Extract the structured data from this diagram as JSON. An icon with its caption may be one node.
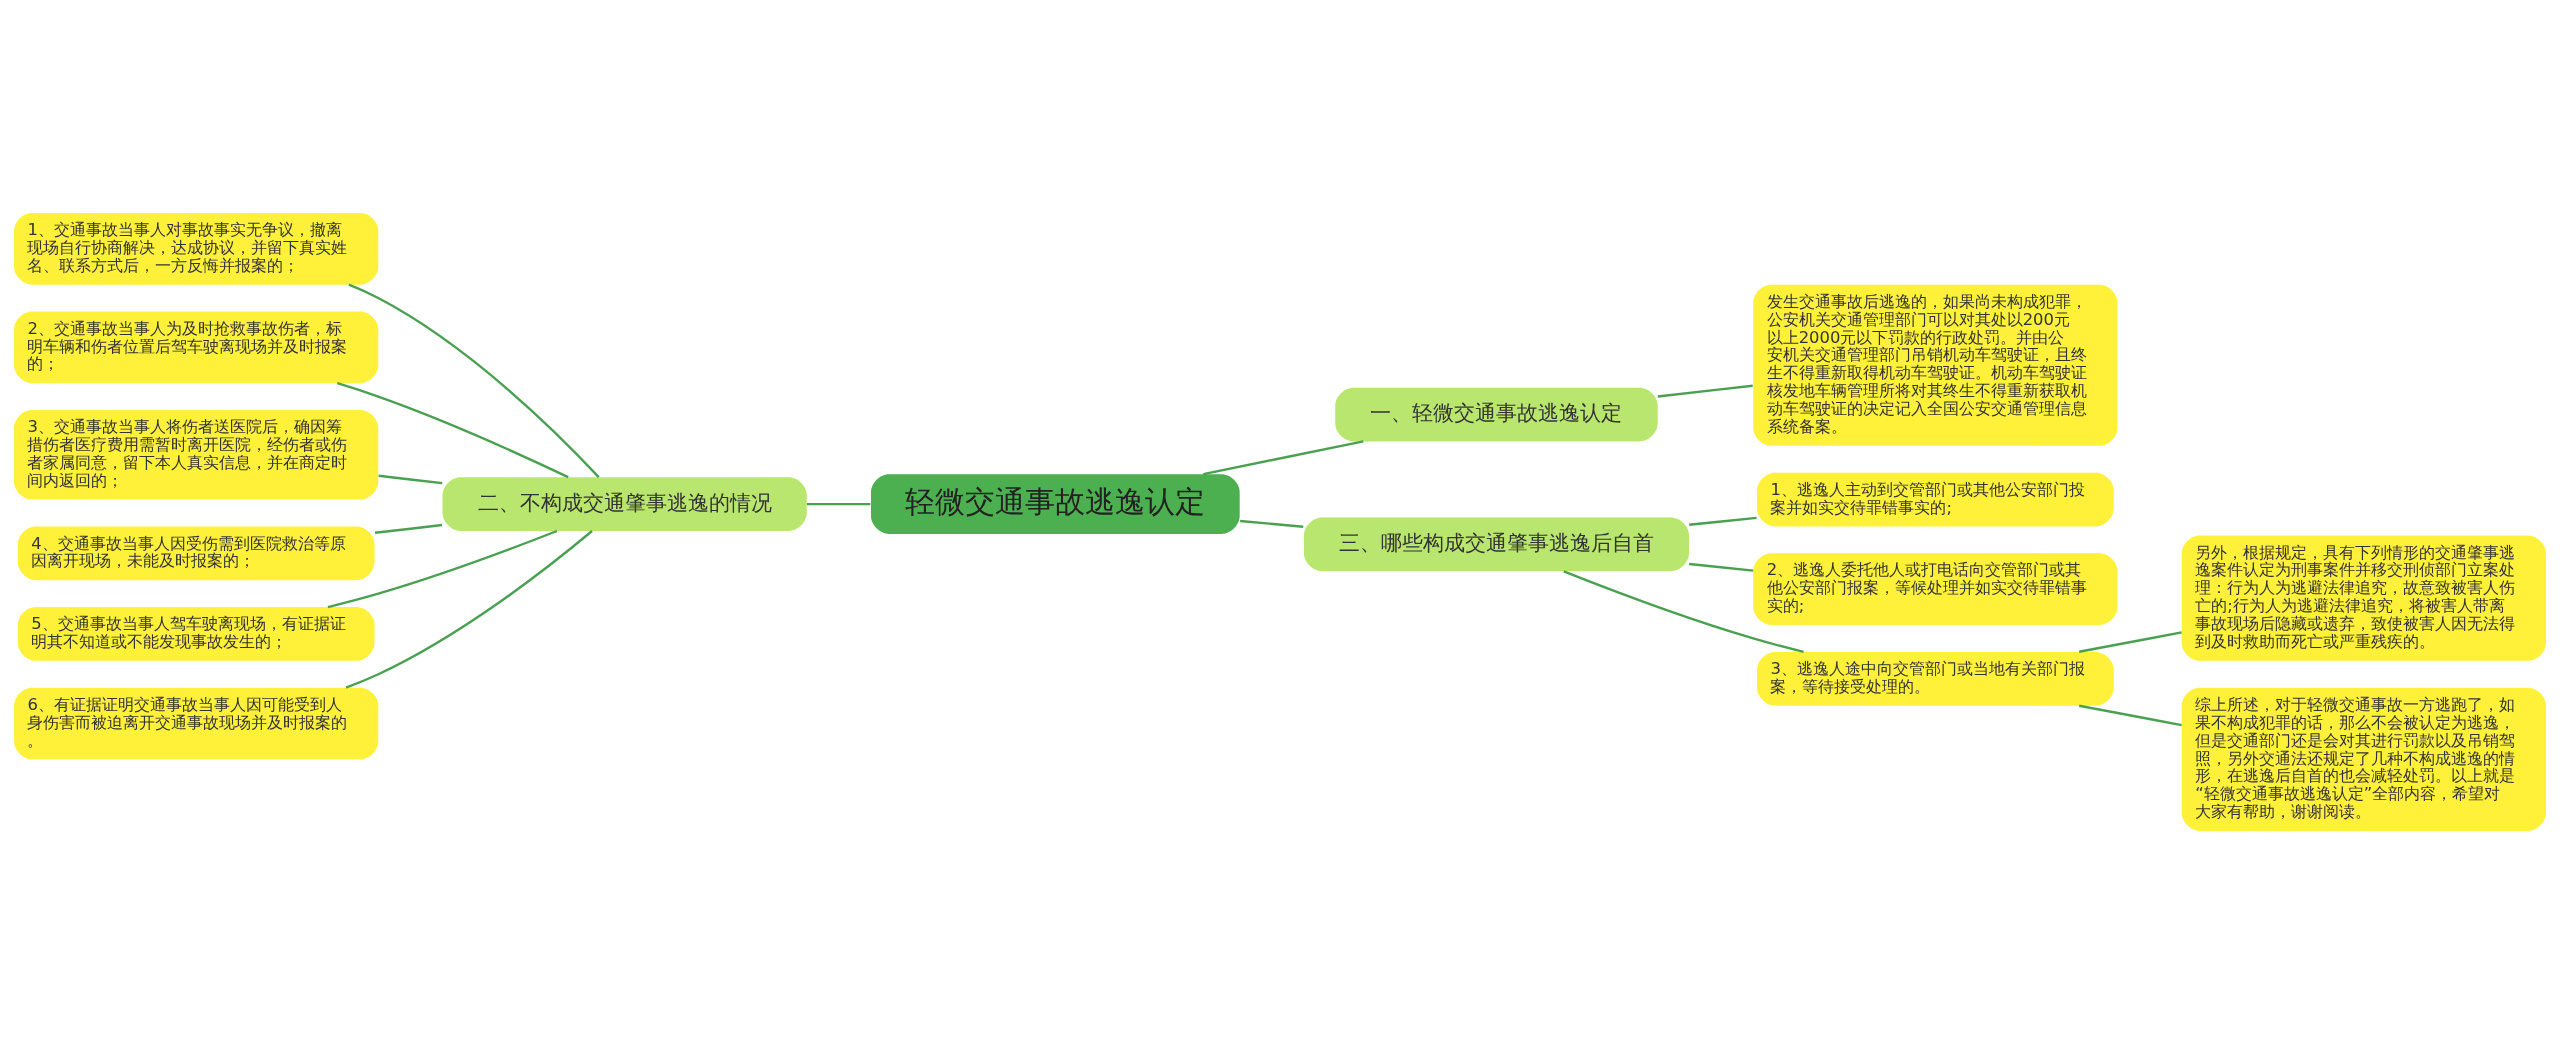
{
  "diagram": {
    "nodes": [
      {
        "text": [
          "轻微交通事故逃逸认定"
        ]
      },
      {
        "text": [
          "一、轻微交通事故逃逸认定"
        ]
      },
      {
        "text": [
          "发生交通事故后逃逸的，如果尚未构成犯罪，公安机关交通管理部门可以对其处以200元以上2000元以下罚款的行政处罚。并由公安机关交通管理部门吊销机动车驾驶证，且终生不得重新取得机动车驾驶证。机动车驾驶证核发地车辆管理所将对其终生不得重新获取机动车驾驶证的决定记入全国公安交通管理信息系统备案。"
        ]
      },
      {
        "text": [
          "二、不构成交通肇事逃逸的情况"
        ]
      },
      {
        "text": [
          "1、交通事故当事人对事故事实无争议，撤离现场自行协商解决，达成协议，并留下真实姓名、联系方式后，一方反悔并报案的；"
        ]
      },
      {
        "text": [
          "2、交通事故当事人为及时抢救事故伤者，标明车辆和伤者位置后驾车驶离现场并及时报案的；"
        ]
      },
      {
        "text": [
          "3、交通事故当事人将伤者送医院后，确因筹措伤者医疗费用需暂时离开医院，经伤者或伤者家属同意，留下本人真实信息，并在商定时间内返回的；"
        ]
      },
      {
        "text": [
          "4、交通事故当事人因受伤需到医院救治等原因离开现场，未能及时报案的；"
        ]
      },
      {
        "text": [
          "5、交通事故当事人驾车驶离现场，有证据证明其不知道或不能发现事故发生的；"
        ]
      },
      {
        "text": [
          "6、有证据证明交通事故当事人因可能受到人身伤害而被迫离开交通事故现场并及时报案的。"
        ]
      },
      {
        "text": [
          "三、哪些构成交通肇事逃逸后自首"
        ]
      },
      {
        "text": [
          "1、逃逸人主动到交管部门或其他公安部门投案并如实交待罪错事实的;"
        ]
      },
      {
        "text": [
          "2、逃逸人委托他人或打电话向交管部门或其他公安部门报案，等候处理并如实交待罪错事实的;"
        ]
      },
      {
        "text": [
          "3、逃逸人途中向交管部门或当地有关部门报案，等待接受处理的。"
        ]
      },
      {
        "text": [
          "另外，根据规定，具有下列情形的交通肇事逃逸案件认定为刑事案件并移交刑侦部门立案处理：行为人为逃避法律追究，故意致被害人伤亡的;行为人为逃避法律追究，将被害人带离事故现场后隐藏或遗弃，致使被害人因无法得到及时救助而死亡或严重残疾的。"
        ]
      },
      {
        "text": [
          "综上所述，对于轻微交通事故一方逃跑了，如果不构成犯罪的话，那么不会被认定为逃逸，但是交通部门还是会对其进行罚款以及吊销驾照，另外交通法还规定了几种不构成逃逸的情形，在逃逸后自首的也会减轻处罚。以上就是“轻微交通事故逃逸认定”全部内容，希望对大家有帮助，谢谢阅读。"
        ]
      }
    ],
    "edges": [
      {
        "from": 0,
        "to": 1,
        "arrow": "none"
      },
      {
        "from": 1,
        "to": 2,
        "arrow": "none"
      },
      {
        "from": 0,
        "to": 3,
        "arrow": "none"
      },
      {
        "from": 3,
        "to": 4,
        "arrow": "none"
      },
      {
        "from": 3,
        "to": 5,
        "arrow": "none"
      },
      {
        "from": 3,
        "to": 6,
        "arrow": "none"
      },
      {
        "from": 3,
        "to": 7,
        "arrow": "none"
      },
      {
        "from": 3,
        "to": 8,
        "arrow": "none"
      },
      {
        "from": 3,
        "to": 9,
        "arrow": "none"
      },
      {
        "from": 0,
        "to": 10,
        "arrow": "none"
      },
      {
        "from": 10,
        "to": 11,
        "arrow": "none"
      },
      {
        "from": 10,
        "to": 12,
        "arrow": "none"
      },
      {
        "from": 10,
        "to": 13,
        "arrow": "none"
      },
      {
        "from": 13,
        "to": 14,
        "arrow": "none"
      },
      {
        "from": 13,
        "to": 15,
        "arrow": "none"
      }
    ]
  }
}
